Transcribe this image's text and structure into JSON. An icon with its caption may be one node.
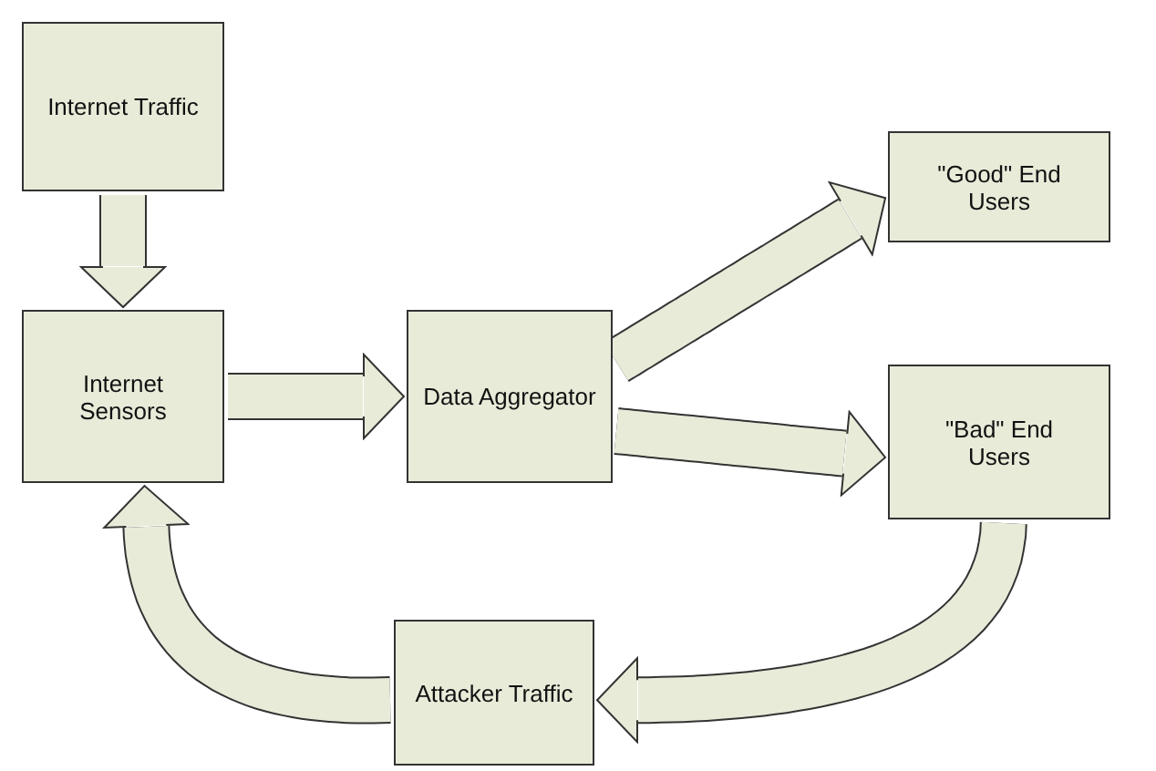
{
  "diagram": {
    "nodes": [
      {
        "text": [
          "Internet Traffic"
        ]
      },
      {
        "text": [
          "Internet Sensors"
        ]
      },
      {
        "text": [
          "Data Aggregator"
        ]
      },
      {
        "text": [
          "\"Good\" End Users"
        ]
      },
      {
        "text": [
          "\"Bad\" End Users"
        ]
      },
      {
        "text": [
          "Attacker Traffic"
        ]
      }
    ],
    "edges": [
      {
        "from": 0,
        "to": 1,
        "arrow": "to"
      },
      {
        "from": 1,
        "to": 2,
        "arrow": "to"
      },
      {
        "from": 2,
        "to": 3,
        "arrow": "to"
      },
      {
        "from": 2,
        "to": 4,
        "arrow": "to"
      },
      {
        "from": 4,
        "to": 5,
        "arrow": "to"
      },
      {
        "from": 5,
        "to": 1,
        "arrow": "to"
      }
    ]
  }
}
